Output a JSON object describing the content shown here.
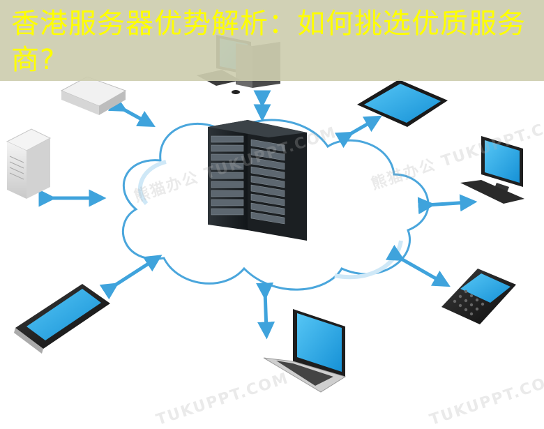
{
  "title": "香港服务器优势解析：如何挑选优质服务商?",
  "watermarks": {
    "top_center": "熊猫办公 TUKUPPT.COM",
    "right": "熊猫办公 TUKUPPT.COM",
    "bottom_center": "TUKUPPT.COM",
    "bottom_right": "TUKUPPT.COM"
  },
  "colors": {
    "title_text": "#ffff00",
    "banner": "#cdcdaf",
    "arrow": "#3fa3dc",
    "cloud_outline": "#3f9ed8",
    "screen": "#27a9e8"
  }
}
